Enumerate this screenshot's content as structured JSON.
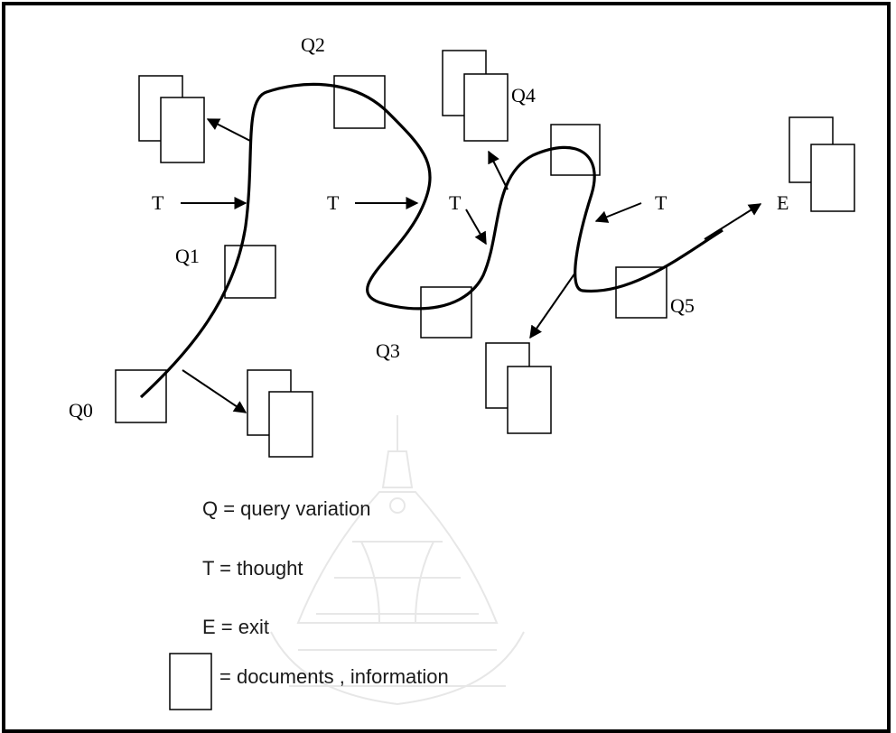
{
  "diagram": {
    "query_labels": [
      "Q0",
      "Q1",
      "Q2",
      "Q3",
      "Q4",
      "Q5"
    ],
    "thought_label": "T",
    "exit_label": "E",
    "legend": {
      "query": "Q = query variation",
      "thought": "T = thought",
      "exit": "E = exit",
      "documents": "= documents , information"
    }
  }
}
